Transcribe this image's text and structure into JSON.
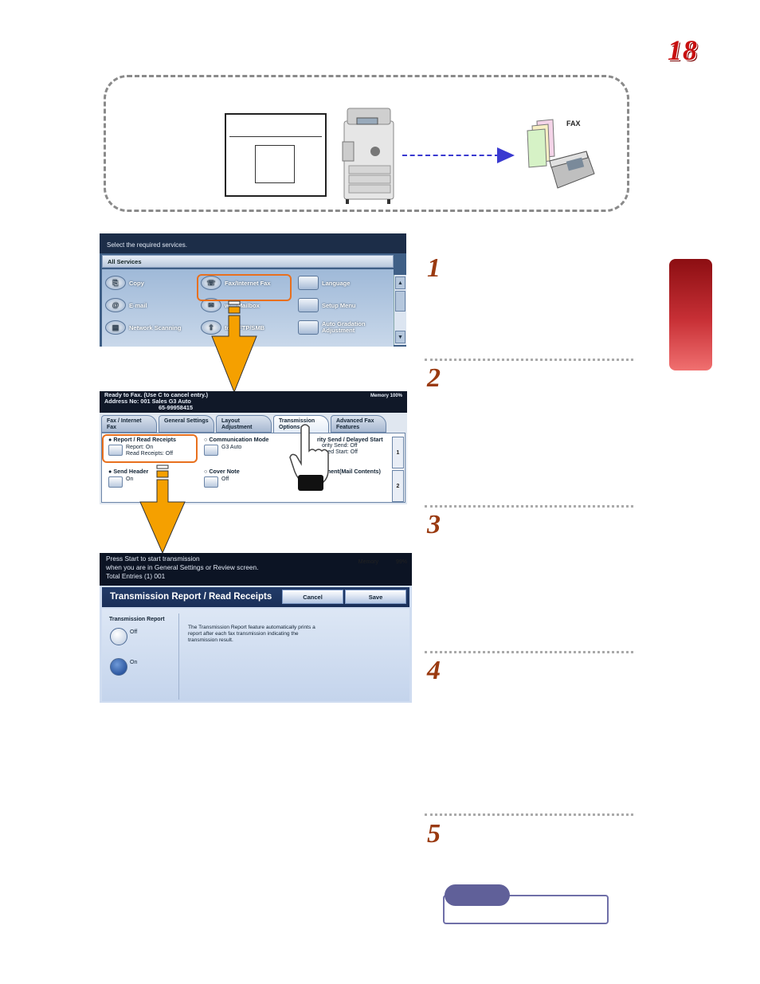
{
  "page": {
    "number": "18",
    "steps": [
      "1",
      "2",
      "3",
      "4",
      "5"
    ]
  },
  "diagram": {
    "fax_label": "FAX"
  },
  "screen1": {
    "header": "Select the required services.",
    "band": "All Services",
    "services_col1": [
      "Copy",
      "E-mail",
      "Network Scanning"
    ],
    "services_col2": [
      "Fax/Internet Fax",
      "Mailbox",
      "FTP/SMB"
    ],
    "services_col2_prefix": [
      "",
      "w",
      "to"
    ],
    "services_col3": [
      "Language",
      "Setup Menu",
      "Auto Gradation Adjustment"
    ]
  },
  "screen2": {
    "header_line1": "Ready to Fax. (Use C to cancel entry.)",
    "header_line2": "Address No: 001  Sales  G3 Auto",
    "header_line3": "65-99958415",
    "memory": "Memory 100%",
    "tabs": [
      "Fax / Internet Fax",
      "General Settings",
      "Layout Adjustment",
      "Transmission Options",
      "Advanced Fax Features"
    ],
    "opt_report": {
      "title": "Report / Read Receipts",
      "line1": "Report: On",
      "line2": "Read Receipts: Off"
    },
    "opt_comm": {
      "title": "Communication Mode",
      "line1": "G3 Auto"
    },
    "opt_priority": {
      "title": "rity Send / Delayed Start",
      "line1": "ority Send: Off",
      "line2": "ayed Start: Off"
    },
    "opt_header": {
      "title": "Send Header",
      "line1": "On"
    },
    "opt_cover": {
      "title": "Cover Note",
      "line1": "Off"
    },
    "opt_comment": {
      "title": "omment(Mail Contents)"
    },
    "pages": [
      "1",
      "2"
    ]
  },
  "screen3": {
    "header_line1": "Press Start to start transmission",
    "header_line2": "when you are in General Settings or Review screen.",
    "header_line3": "Total Entries (1) 001",
    "memory": "Memory 99%",
    "title": "Transmission Report / Read Receipts",
    "cancel": "Cancel",
    "save": "Save",
    "section_label": "Transmission Report",
    "radio_off": "Off",
    "radio_on": "On",
    "description": "The Transmission Report feature automatically prints a report after each fax transmission indicating the transmission result."
  }
}
